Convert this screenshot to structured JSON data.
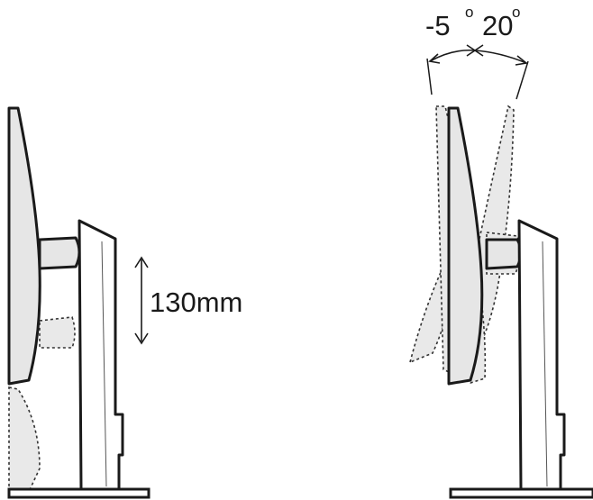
{
  "height_adjustment": {
    "label": "130mm"
  },
  "tilt": {
    "forward_label": "-5",
    "backward_label": "20",
    "degree_symbol": "o"
  },
  "colors": {
    "line": "#1a1a1a",
    "fill": "#e6e6e6",
    "ghost_line": "#333333",
    "ghost_fill": "#e9e9e9"
  }
}
